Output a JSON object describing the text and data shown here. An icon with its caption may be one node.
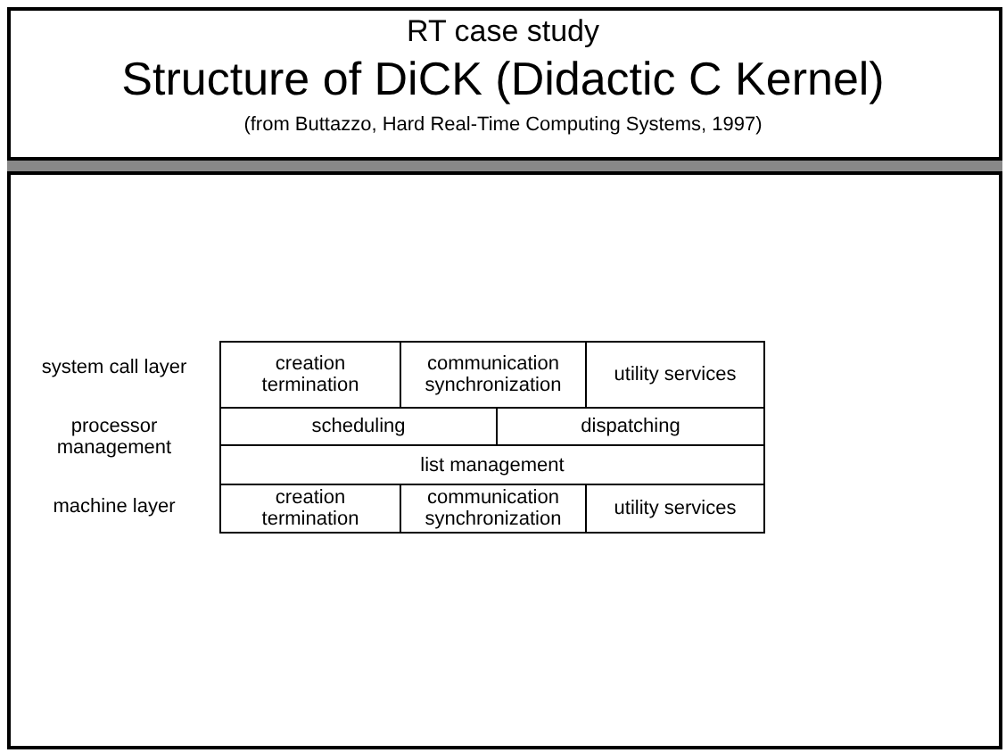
{
  "diagram": {
    "title": "Structure of DiCK (Didactic C Kernel)",
    "nodes": [
      {
        "text": [
          "creation termination"
        ]
      },
      {
        "text": [
          "communication synchronization"
        ]
      },
      {
        "text": [
          "utility services"
        ]
      },
      {
        "text": [
          "scheduling"
        ]
      },
      {
        "text": [
          "dispatching"
        ]
      },
      {
        "text": [
          "list management"
        ]
      },
      {
        "text": [
          "creation termination"
        ]
      },
      {
        "text": [
          "communication synchronization"
        ]
      },
      {
        "text": [
          "utility services"
        ]
      }
    ],
    "labels": [
      "RT case study",
      "(from Buttazzo, Hard Real-Time Computing Systems, 1997)",
      "system call layer",
      "processor management",
      "machine layer"
    ]
  }
}
